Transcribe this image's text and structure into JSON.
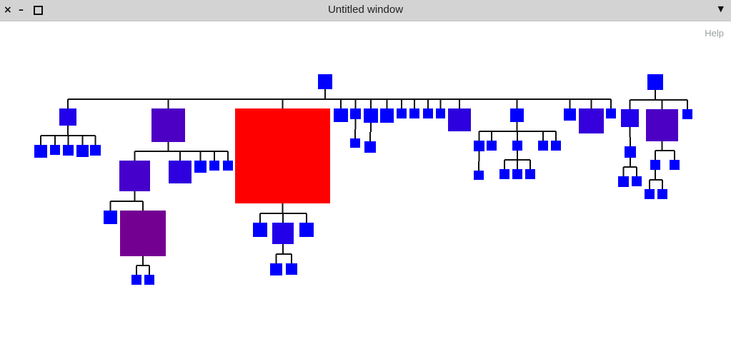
{
  "window": {
    "title": "Untitled window",
    "close_glyph": "×",
    "minimize_glyph": "–",
    "menu_glyph": "▼",
    "help_label": "Help"
  },
  "visualization": {
    "type": "tree",
    "edge_color": "#111111",
    "palette": {
      "blue": "#0000ff",
      "blue2": "#2200ea",
      "violet1": "#2e00df",
      "violet2": "#3500dc",
      "violet3": "#4500cc",
      "violet4": "#4c00c4",
      "purple": "#740092",
      "red": "#ff0000"
    }
  }
}
